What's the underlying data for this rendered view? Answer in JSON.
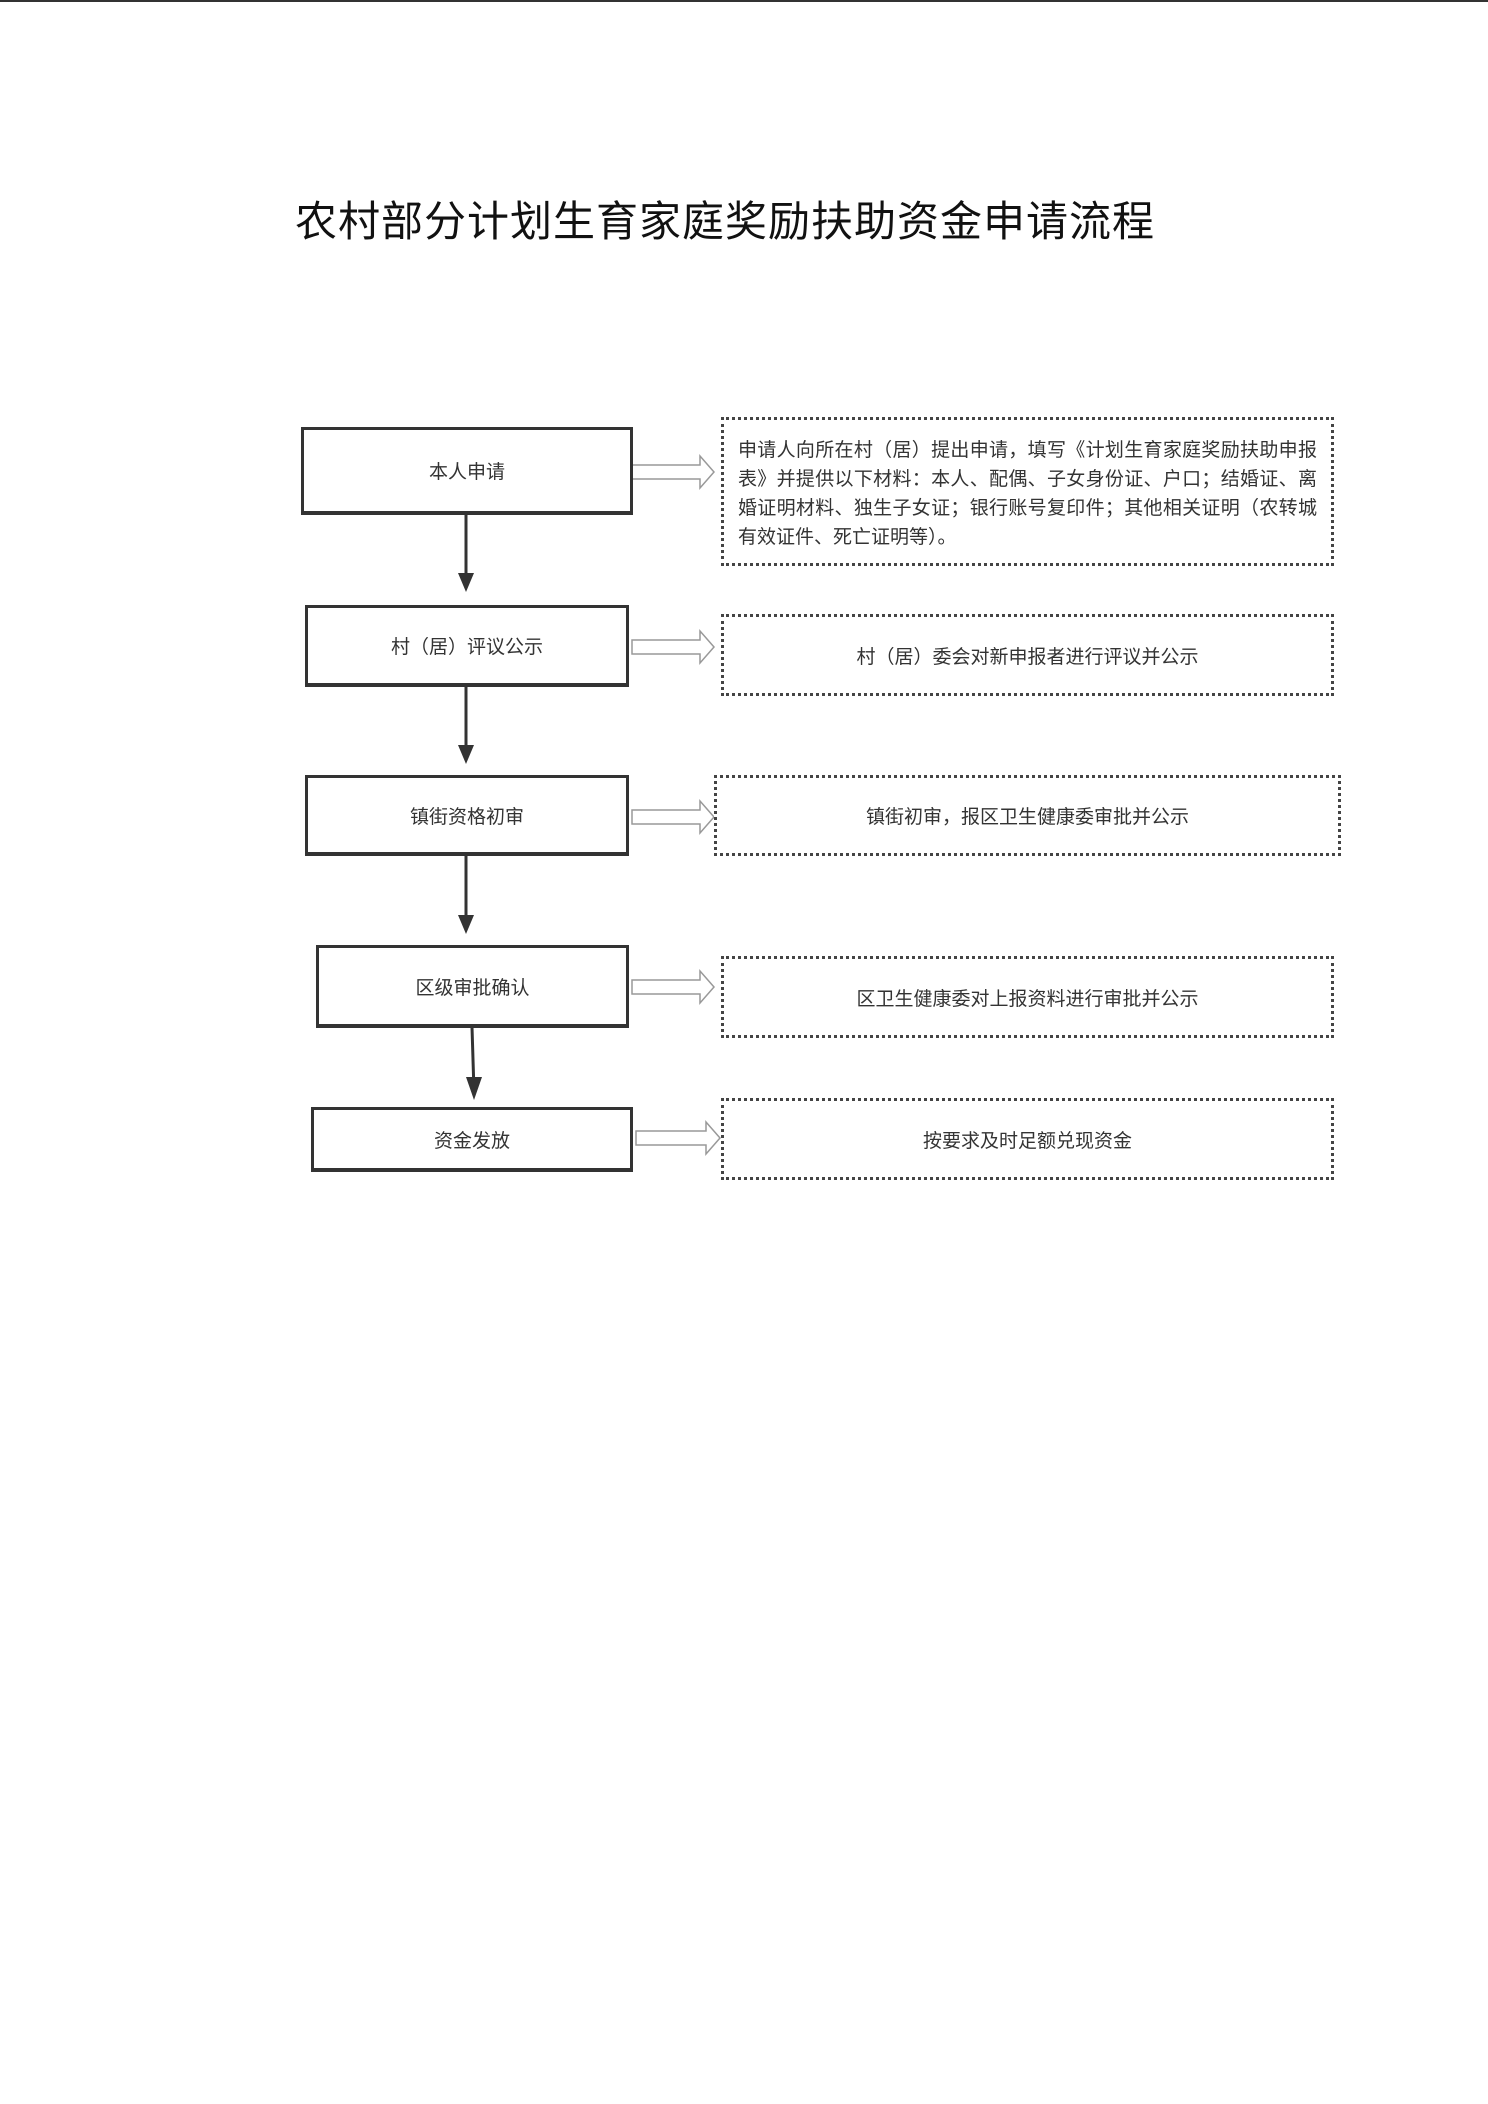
{
  "title": "农村部分计划生育家庭奖励扶助资金申请流程",
  "steps": [
    {
      "label": "本人申请",
      "note": "申请人向所在村（居）提出申请，填写《计划生育家庭奖励扶助申报表》并提供以下材料：本人、配偶、子女身份证、户口；结婚证、离婚证明材料、独生子女证；银行账号复印件；其他相关证明（农转城有效证件、死亡证明等）。"
    },
    {
      "label": "村（居）评议公示",
      "note": "村（居）委会对新申报者进行评议并公示"
    },
    {
      "label": "镇街资格初审",
      "note": "镇街初审，报区卫生健康委审批并公示"
    },
    {
      "label": "区级审批确认",
      "note": "区卫生健康委对上报资料进行审批并公示"
    },
    {
      "label": "资金发放",
      "note": "按要求及时足额兑现资金"
    }
  ]
}
